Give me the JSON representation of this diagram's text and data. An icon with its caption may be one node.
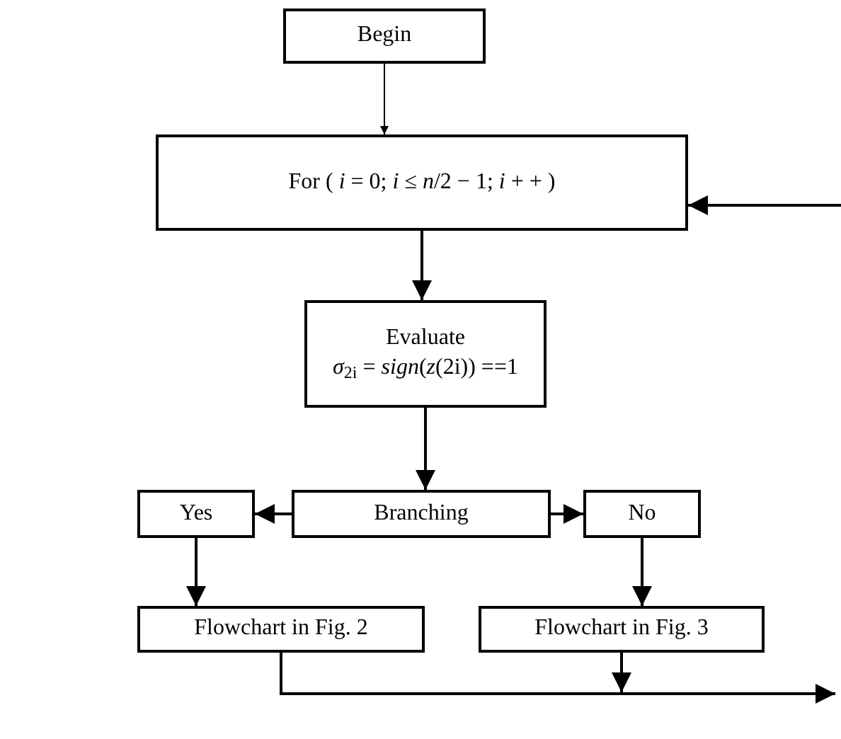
{
  "diagram": {
    "nodes": [
      {
        "text": [
          "Begin"
        ]
      },
      {
        "text": [
          "For ( *i* = 0; *i* ≤ *n*/2 − 1; *i* + + )"
        ]
      },
      {
        "text": [
          "Evaluate",
          "*σ*$_{2i}$ = *sign*(*z*(2i)) ==1"
        ]
      },
      {
        "text": [
          "Branching"
        ]
      },
      {
        "text": [
          "Yes"
        ]
      },
      {
        "text": [
          "No"
        ]
      },
      {
        "text": [
          "Flowchart in Fig. 2"
        ]
      },
      {
        "text": [
          "Flowchart in Fig. 3"
        ]
      }
    ],
    "edges": [
      {
        "from": 0,
        "to": 1,
        "arrow": "to"
      },
      {
        "from": 1,
        "to": 2,
        "arrow": "to"
      },
      {
        "from": 2,
        "to": 3,
        "arrow": "to"
      },
      {
        "from": 3,
        "to": 4,
        "arrow": "to"
      },
      {
        "from": 3,
        "to": 5,
        "arrow": "to"
      },
      {
        "from": 4,
        "to": 6,
        "arrow": "to"
      },
      {
        "from": 5,
        "to": 7,
        "arrow": "to"
      },
      {
        "from": 6,
        "to": null,
        "arrow": "to"
      },
      {
        "from": 7,
        "to": null,
        "arrow": "to"
      },
      {
        "from": null,
        "to": 1,
        "arrow": "to"
      }
    ]
  }
}
